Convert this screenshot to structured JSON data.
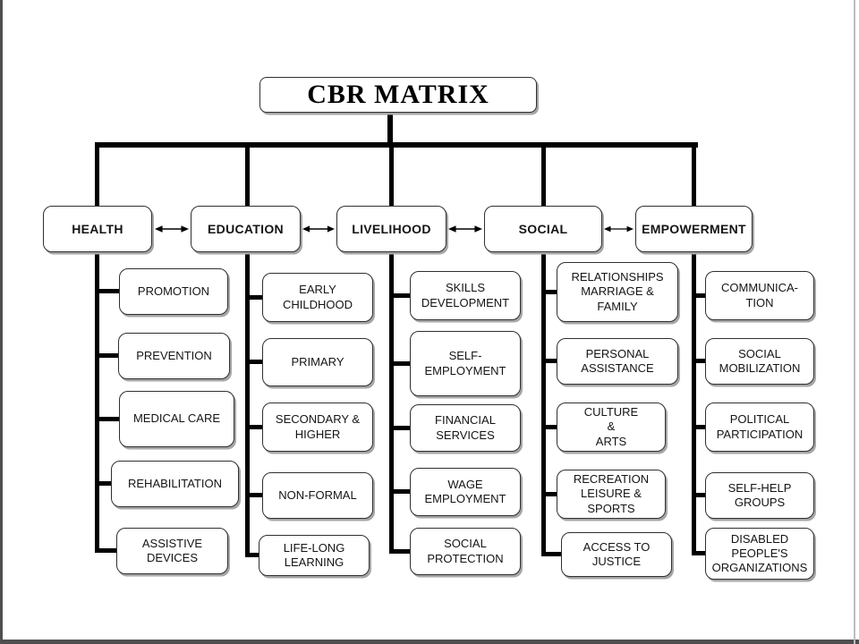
{
  "title": "CBR MATRIX",
  "columns": [
    {
      "label": "HEALTH",
      "items": [
        "PROMOTION",
        "PREVENTION",
        "MEDICAL CARE",
        "REHABILITATION",
        "ASSISTIVE\nDEVICES"
      ]
    },
    {
      "label": "EDUCATION",
      "items": [
        "EARLY\nCHILDHOOD",
        "PRIMARY",
        "SECONDARY &\nHIGHER",
        "NON-FORMAL",
        "LIFE-LONG\nLEARNING"
      ]
    },
    {
      "label": "LIVELIHOOD",
      "items": [
        "SKILLS\nDEVELOPMENT",
        "SELF-\nEMPLOYMENT",
        "FINANCIAL\nSERVICES",
        "WAGE\nEMPLOYMENT",
        "SOCIAL\nPROTECTION"
      ]
    },
    {
      "label": "SOCIAL",
      "items": [
        "RELATIONSHIPS\nMARRIAGE &\nFAMILY",
        "PERSONAL\nASSISTANCE",
        "CULTURE\n&\nARTS",
        "RECREATION\nLEISURE &\nSPORTS",
        "ACCESS TO\nJUSTICE"
      ]
    },
    {
      "label": "EMPOWERMENT",
      "items": [
        "COMMUNICA-\nTION",
        "SOCIAL\nMOBILIZATION",
        "POLITICAL\nPARTICIPATION",
        "SELF-HELP\nGROUPS",
        "DISABLED\nPEOPLE'S\nORGANIZATIONS"
      ]
    }
  ],
  "colors": {
    "background": "#ffffff",
    "connector_line": "#000000",
    "box_border": "#2f2f2f",
    "box_fill": "#ffffff",
    "box_shadow": "#a6a6a6",
    "text": "#141414",
    "window_edge": "#4f4f4f",
    "window_edge_right": "#bdbdbd"
  }
}
